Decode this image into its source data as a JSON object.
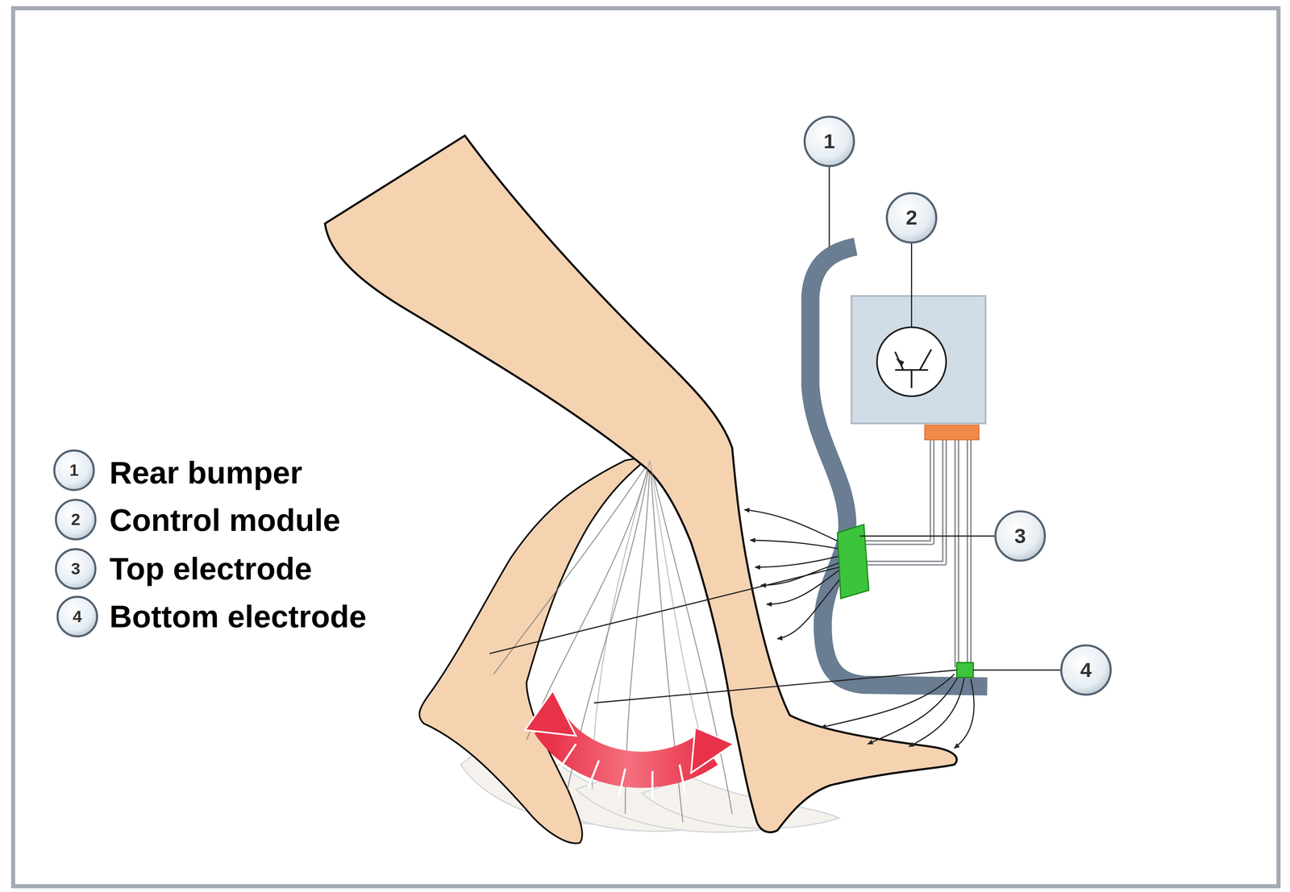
{
  "diagram": {
    "labels": [
      "1",
      "2",
      "3",
      "4",
      "1",
      "Rear bumper",
      "2",
      "Control module",
      "3",
      "Top electrode",
      "4",
      "Bottom electrode"
    ]
  }
}
